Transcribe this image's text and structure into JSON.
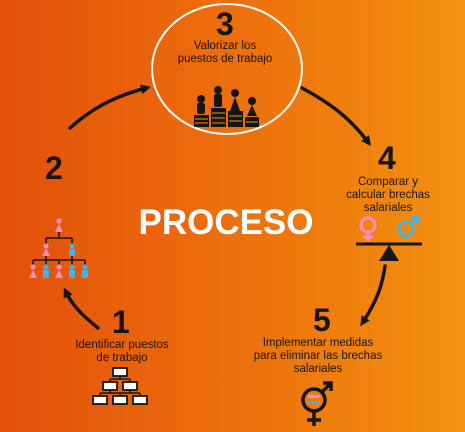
{
  "title": "PROCESO",
  "steps": [
    {
      "number": "1",
      "line1": "Identificar puestos",
      "line2": "de trabajo",
      "icon": "org-chart-icon"
    },
    {
      "number": "2",
      "line1": "",
      "line2": "",
      "icon": "people-hierarchy-icon"
    },
    {
      "number": "3",
      "line1": "Valorizar los",
      "line2": "puestos de trabajo",
      "icon": "podium-people-icon"
    },
    {
      "number": "4",
      "line1": "Comparar y",
      "line2": "calcular brechas",
      "line3": "salariales",
      "icon": "gender-balance-icon"
    },
    {
      "number": "5",
      "line1": "Implementar medidas",
      "line2": "para eliminar las brechas",
      "line3": "salariales",
      "icon": "gender-equality-icon"
    }
  ],
  "colors": {
    "background_left": "#e2500b",
    "background_right": "#f29110",
    "dark": "#151515",
    "white": "#ffffff",
    "female": "#f28fc0",
    "male": "#3fb4e6"
  }
}
